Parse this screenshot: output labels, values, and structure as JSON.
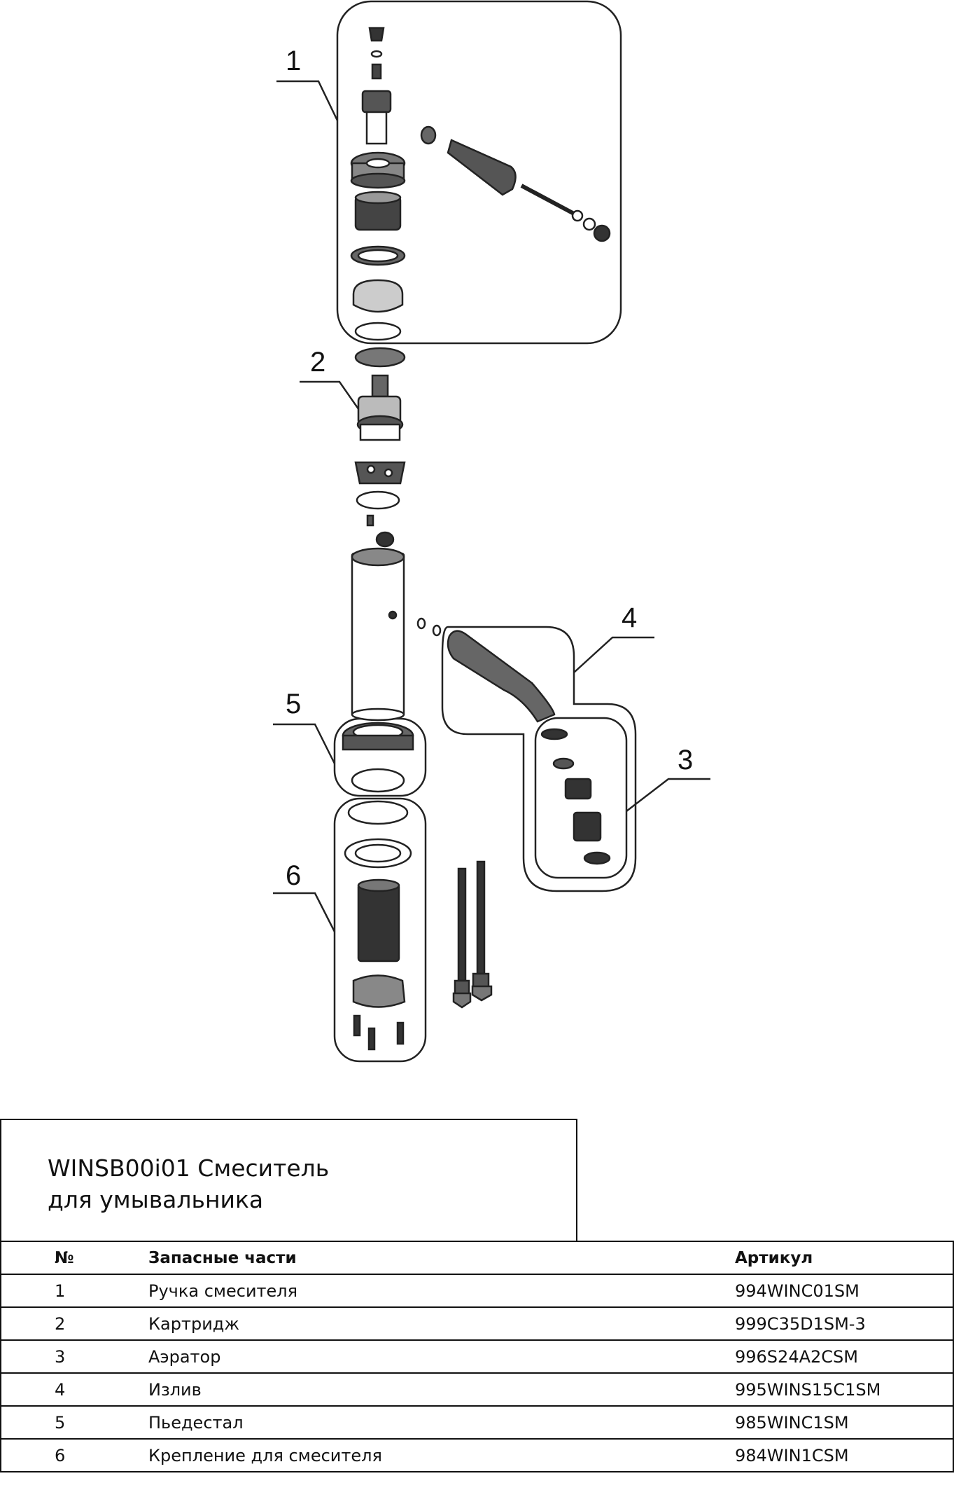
{
  "diagram": {
    "callouts": [
      "1",
      "2",
      "3",
      "4",
      "5",
      "6"
    ]
  },
  "title": {
    "line1": "WINSB00i01 Смеситель",
    "line2": "для умывальника"
  },
  "table": {
    "headers": [
      "№",
      "Запасные части",
      "Артикул"
    ],
    "rows": [
      {
        "num": "1",
        "name": "Ручка смесителя",
        "code": "994WINC01SM"
      },
      {
        "num": "2",
        "name": "Картридж",
        "code": "999C35D1SM-3"
      },
      {
        "num": "3",
        "name": "Аэратор",
        "code": "996S24A2CSM"
      },
      {
        "num": "4",
        "name": "Излив",
        "code": "995WINS15C1SM"
      },
      {
        "num": "5",
        "name": "Пьедестал",
        "code": "985WINC1SM"
      },
      {
        "num": "6",
        "name": "Крепление для смесителя",
        "code": "984WIN1CSM"
      }
    ]
  }
}
